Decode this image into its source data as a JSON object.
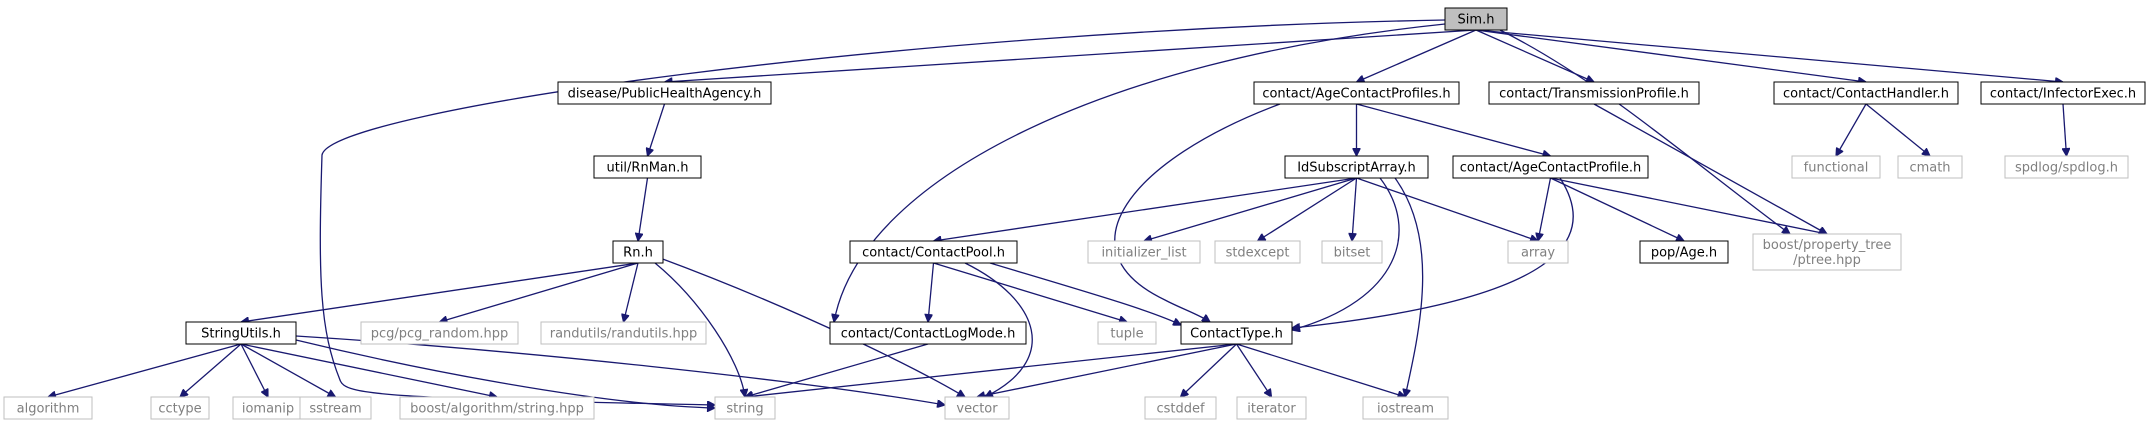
{
  "graph": {
    "title": "Sim.h",
    "colors": {
      "edge": "#191970",
      "root_fill": "#bfbfbf",
      "local_border": "#000000",
      "system_border": "#bfbfbf",
      "local_text": "#000000",
      "system_text": "#808080"
    },
    "nodes": [
      {
        "id": "sim",
        "kind": "root",
        "lines": [
          "Sim.h"
        ]
      },
      {
        "id": "pha",
        "kind": "local",
        "lines": [
          "disease/PublicHealthAgency.h"
        ]
      },
      {
        "id": "acps",
        "kind": "local",
        "lines": [
          "contact/AgeContactProfiles.h"
        ]
      },
      {
        "id": "tp",
        "kind": "local",
        "lines": [
          "contact/TransmissionProfile.h"
        ]
      },
      {
        "id": "ch",
        "kind": "local",
        "lines": [
          "contact/ContactHandler.h"
        ]
      },
      {
        "id": "ie",
        "kind": "local",
        "lines": [
          "contact/InfectorExec.h"
        ]
      },
      {
        "id": "rnman",
        "kind": "local",
        "lines": [
          "util/RnMan.h"
        ]
      },
      {
        "id": "idsa",
        "kind": "local",
        "lines": [
          "IdSubscriptArray.h"
        ]
      },
      {
        "id": "acp",
        "kind": "local",
        "lines": [
          "contact/AgeContactProfile.h"
        ]
      },
      {
        "id": "functional",
        "kind": "system",
        "lines": [
          "functional"
        ]
      },
      {
        "id": "cmath",
        "kind": "system",
        "lines": [
          "cmath"
        ]
      },
      {
        "id": "spdlog",
        "kind": "system",
        "lines": [
          "spdlog/spdlog.h"
        ]
      },
      {
        "id": "rn",
        "kind": "local",
        "lines": [
          "Rn.h"
        ]
      },
      {
        "id": "cpool",
        "kind": "local",
        "lines": [
          "contact/ContactPool.h"
        ]
      },
      {
        "id": "initlist",
        "kind": "system",
        "lines": [
          "initializer_list"
        ]
      },
      {
        "id": "stdexcept",
        "kind": "system",
        "lines": [
          "stdexcept"
        ]
      },
      {
        "id": "bitset",
        "kind": "system",
        "lines": [
          "bitset"
        ]
      },
      {
        "id": "array",
        "kind": "system",
        "lines": [
          "array"
        ]
      },
      {
        "id": "age",
        "kind": "local",
        "lines": [
          "pop/Age.h"
        ]
      },
      {
        "id": "ptree",
        "kind": "system",
        "lines": [
          "boost/property_tree",
          "/ptree.hpp"
        ]
      },
      {
        "id": "strutils",
        "kind": "local",
        "lines": [
          "StringUtils.h"
        ]
      },
      {
        "id": "pcg",
        "kind": "system",
        "lines": [
          "pcg/pcg_random.hpp"
        ]
      },
      {
        "id": "randutils",
        "kind": "system",
        "lines": [
          "randutils/randutils.hpp"
        ]
      },
      {
        "id": "clm",
        "kind": "local",
        "lines": [
          "contact/ContactLogMode.h"
        ]
      },
      {
        "id": "tuple",
        "kind": "system",
        "lines": [
          "tuple"
        ]
      },
      {
        "id": "ctype",
        "kind": "local",
        "lines": [
          "ContactType.h"
        ]
      },
      {
        "id": "algorithm",
        "kind": "system",
        "lines": [
          "algorithm"
        ]
      },
      {
        "id": "cctype",
        "kind": "system",
        "lines": [
          "cctype"
        ]
      },
      {
        "id": "iomanip",
        "kind": "system",
        "lines": [
          "iomanip"
        ]
      },
      {
        "id": "sstream",
        "kind": "system",
        "lines": [
          "sstream"
        ]
      },
      {
        "id": "boostalg",
        "kind": "system",
        "lines": [
          "boost/algorithm/string.hpp"
        ]
      },
      {
        "id": "string",
        "kind": "system",
        "lines": [
          "string"
        ]
      },
      {
        "id": "vector",
        "kind": "system",
        "lines": [
          "vector"
        ]
      },
      {
        "id": "cstddef",
        "kind": "system",
        "lines": [
          "cstddef"
        ]
      },
      {
        "id": "iterator",
        "kind": "system",
        "lines": [
          "iterator"
        ]
      },
      {
        "id": "iostream",
        "kind": "system",
        "lines": [
          "iostream"
        ]
      }
    ],
    "edges": [
      [
        "sim",
        "pha"
      ],
      [
        "sim",
        "acps"
      ],
      [
        "sim",
        "tp"
      ],
      [
        "sim",
        "ch"
      ],
      [
        "sim",
        "ie"
      ],
      [
        "sim",
        "ptree"
      ],
      [
        "sim",
        "clm"
      ],
      [
        "sim",
        "string"
      ],
      [
        "pha",
        "rnman"
      ],
      [
        "rnman",
        "rn"
      ],
      [
        "rn",
        "strutils"
      ],
      [
        "rn",
        "pcg"
      ],
      [
        "rn",
        "randutils"
      ],
      [
        "rn",
        "string"
      ],
      [
        "rn",
        "vector"
      ],
      [
        "strutils",
        "algorithm"
      ],
      [
        "strutils",
        "cctype"
      ],
      [
        "strutils",
        "iomanip"
      ],
      [
        "strutils",
        "sstream"
      ],
      [
        "strutils",
        "boostalg"
      ],
      [
        "strutils",
        "string"
      ],
      [
        "strutils",
        "vector"
      ],
      [
        "acps",
        "idsa"
      ],
      [
        "acps",
        "acp"
      ],
      [
        "acps",
        "ctype"
      ],
      [
        "idsa",
        "cpool"
      ],
      [
        "idsa",
        "initlist"
      ],
      [
        "idsa",
        "stdexcept"
      ],
      [
        "idsa",
        "bitset"
      ],
      [
        "idsa",
        "array"
      ],
      [
        "idsa",
        "ctype"
      ],
      [
        "idsa",
        "iostream"
      ],
      [
        "acp",
        "array"
      ],
      [
        "acp",
        "age"
      ],
      [
        "acp",
        "ptree"
      ],
      [
        "acp",
        "ctype"
      ],
      [
        "tp",
        "ptree"
      ],
      [
        "ch",
        "functional"
      ],
      [
        "ch",
        "cmath"
      ],
      [
        "ie",
        "spdlog"
      ],
      [
        "cpool",
        "clm"
      ],
      [
        "cpool",
        "tuple"
      ],
      [
        "cpool",
        "ctype"
      ],
      [
        "cpool",
        "vector"
      ],
      [
        "clm",
        "string"
      ],
      [
        "ctype",
        "string"
      ],
      [
        "ctype",
        "vector"
      ],
      [
        "ctype",
        "cstddef"
      ],
      [
        "ctype",
        "iterator"
      ],
      [
        "ctype",
        "iostream"
      ]
    ]
  }
}
